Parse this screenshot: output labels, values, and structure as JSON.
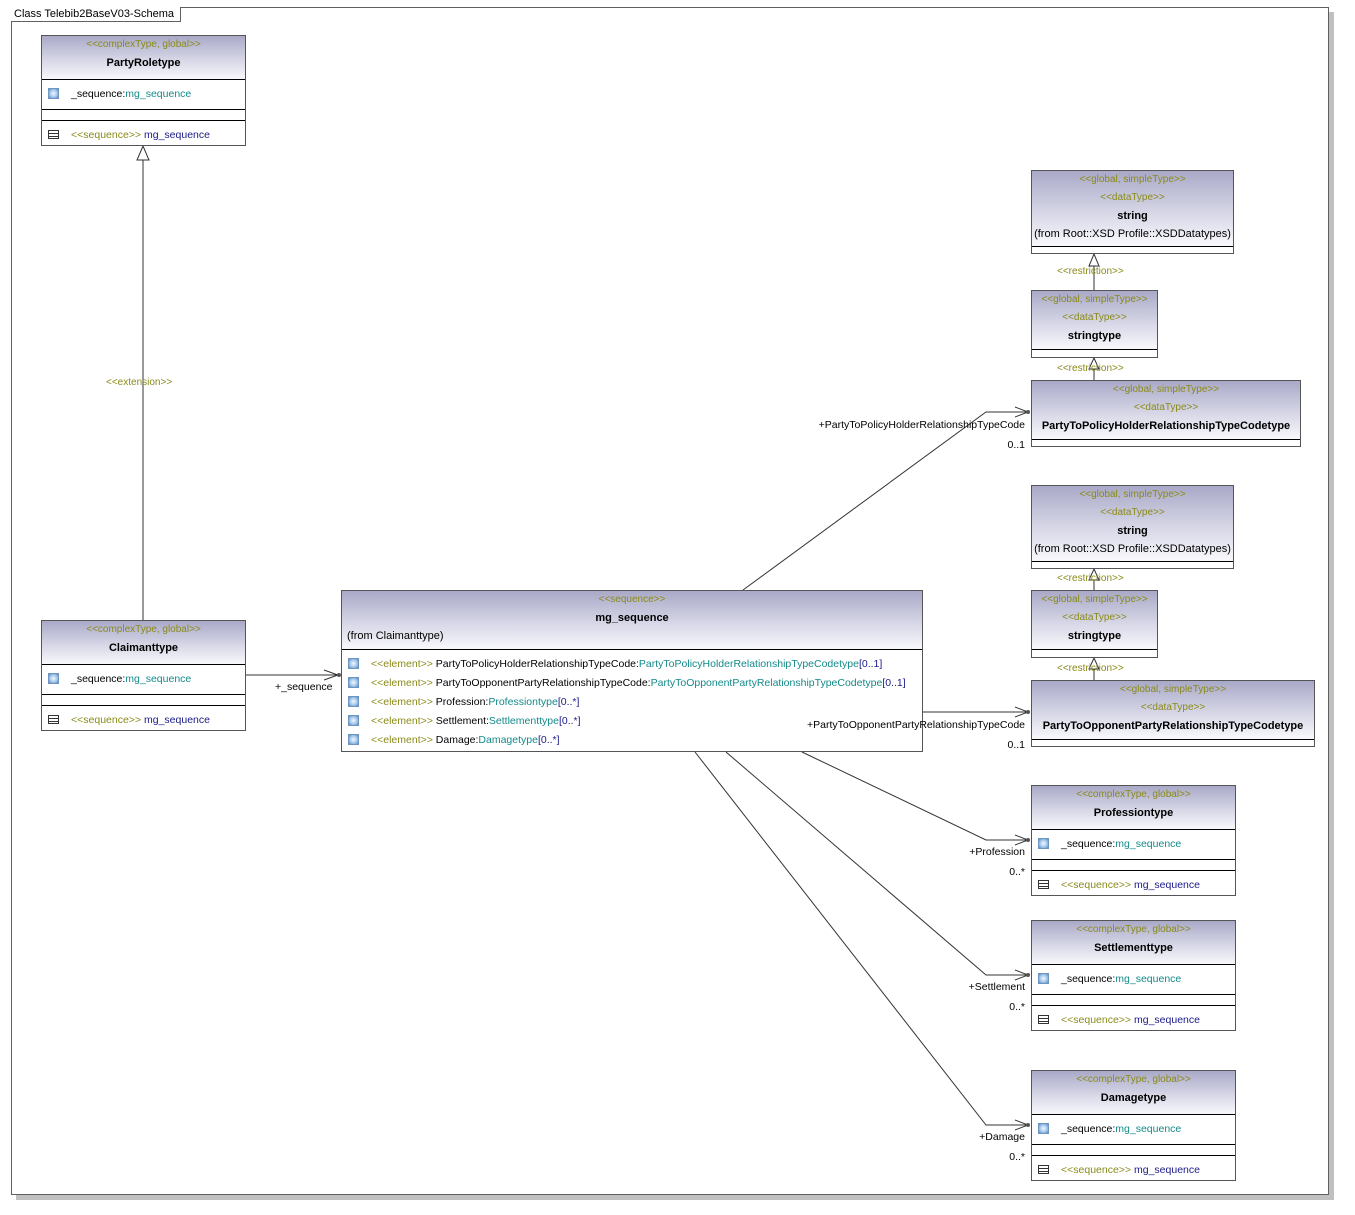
{
  "frame": {
    "title": "Class Telebib2BaseV03-Schema"
  },
  "classes": {
    "partyroletype": {
      "stereotype": "<<complexType, global>>",
      "name": "PartyRoletype",
      "attr_name": "_sequence:",
      "attr_type": "mg_sequence",
      "op_stereotype": "<<sequence>>",
      "op_name": " mg_sequence"
    },
    "claimanttype": {
      "stereotype": "<<complexType, global>>",
      "name": "Claimanttype",
      "attr_name": "_sequence:",
      "attr_type": "mg_sequence",
      "op_stereotype": "<<sequence>>",
      "op_name": " mg_sequence"
    },
    "mg_sequence": {
      "stereotype": "<<sequence>>",
      "name": "mg_sequence",
      "from": "(from Claimanttype)",
      "elements": [
        {
          "stereotype": "<<element>>",
          "name": " PartyToPolicyHolderRelationshipTypeCode:",
          "type": "PartyToPolicyHolderRelationshipTypeCodetype",
          "mult": "[0..1]"
        },
        {
          "stereotype": "<<element>>",
          "name": " PartyToOpponentPartyRelationshipTypeCode:",
          "type": "PartyToOpponentPartyRelationshipTypeCodetype",
          "mult": "[0..1]"
        },
        {
          "stereotype": "<<element>>",
          "name": " Profession:",
          "type": "Professiontype",
          "mult": "[0..*]"
        },
        {
          "stereotype": "<<element>>",
          "name": " Settlement:",
          "type": "Settlementtype",
          "mult": "[0..*]"
        },
        {
          "stereotype": "<<element>>",
          "name": " Damage:",
          "type": "Damagetype",
          "mult": "[0..*]"
        }
      ]
    },
    "string1": {
      "stereotype1": "<<global, simpleType>>",
      "stereotype2": "<<dataType>>",
      "name": "string",
      "from": "(from Root::XSD Profile::XSDDatatypes)"
    },
    "stringtype1": {
      "stereotype1": "<<global, simpleType>>",
      "stereotype2": "<<dataType>>",
      "name": "stringtype"
    },
    "policyholder": {
      "stereotype1": "<<global, simpleType>>",
      "stereotype2": "<<dataType>>",
      "name": "PartyToPolicyHolderRelationshipTypeCodetype"
    },
    "string2": {
      "stereotype1": "<<global, simpleType>>",
      "stereotype2": "<<dataType>>",
      "name": "string",
      "from": "(from Root::XSD Profile::XSDDatatypes)"
    },
    "stringtype2": {
      "stereotype1": "<<global, simpleType>>",
      "stereotype2": "<<dataType>>",
      "name": "stringtype"
    },
    "opponent": {
      "stereotype1": "<<global, simpleType>>",
      "stereotype2": "<<dataType>>",
      "name": "PartyToOpponentPartyRelationshipTypeCodetype"
    },
    "professiontype": {
      "stereotype": "<<complexType, global>>",
      "name": "Professiontype",
      "attr_name": "_sequence:",
      "attr_type": "mg_sequence",
      "op_stereotype": "<<sequence>>",
      "op_name": " mg_sequence"
    },
    "settlementtype": {
      "stereotype": "<<complexType, global>>",
      "name": "Settlementtype",
      "attr_name": "_sequence:",
      "attr_type": "mg_sequence",
      "op_stereotype": "<<sequence>>",
      "op_name": " mg_sequence"
    },
    "damagetype": {
      "stereotype": "<<complexType, global>>",
      "name": "Damagetype",
      "attr_name": "_sequence:",
      "attr_type": "mg_sequence",
      "op_stereotype": "<<sequence>>",
      "op_name": " mg_sequence"
    }
  },
  "connectors": {
    "extension": "<<extension>>",
    "restriction": "<<restriction>>",
    "sequence_role": "+_sequence",
    "policyholder_role": "+PartyToPolicyHolderRelationshipTypeCode",
    "policyholder_mult": "0..1",
    "opponent_role": "+PartyToOpponentPartyRelationshipTypeCode",
    "opponent_mult": "0..1",
    "profession_role": "+Profession",
    "profession_mult": "0..*",
    "settlement_role": "+Settlement",
    "settlement_mult": "0..*",
    "damage_role": "+Damage",
    "damage_mult": "0..*"
  }
}
